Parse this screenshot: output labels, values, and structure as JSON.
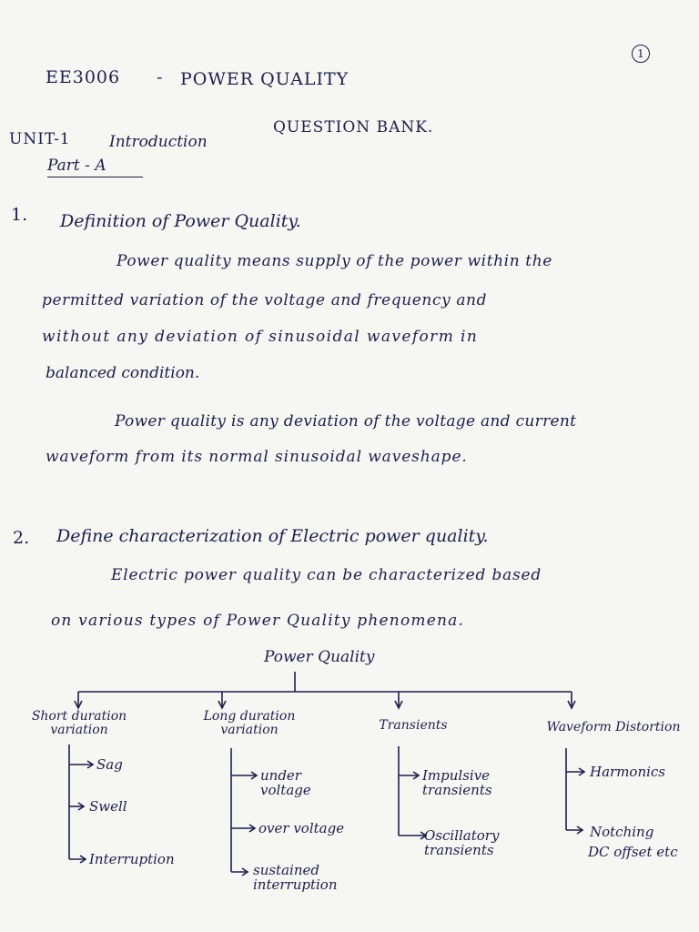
{
  "page_number": "1",
  "header": {
    "course_code": "EE3006",
    "dash": "-",
    "course_title": "POWER QUALITY",
    "doc_title": "QUESTION BANK.",
    "unit": "UNIT-1",
    "unit_title": "Introduction",
    "part": "Part - A"
  },
  "q1": {
    "number": "1.",
    "question": "Definition of Power Quality.",
    "p1_l1": "Power quality means supply of the power within the",
    "p1_l2": "permitted variation of the voltage and frequency and",
    "p1_l3": "without any deviation of sinusoidal waveform in",
    "p1_l4": "balanced condition.",
    "p2_l1": "Power quality is any deviation of the voltage and current",
    "p2_l2": "waveform from its normal sinusoidal waveshape."
  },
  "q2": {
    "number": "2.",
    "question": "Define characterization of Electric power quality.",
    "a_l1": "Electric power quality can be characterized based",
    "a_l2": "on various types of Power Quality phenomena."
  },
  "tree": {
    "root": "Power Quality",
    "branches": [
      {
        "title_l1": "Short duration",
        "title_l2": "variation",
        "items": [
          "Sag",
          "Swell",
          "Interruption"
        ]
      },
      {
        "title_l1": "Long duration",
        "title_l2": "variation",
        "items": [
          "under voltage",
          "over voltage",
          "sustained interruption"
        ]
      },
      {
        "title_l1": "Transients",
        "title_l2": "",
        "items": [
          "Impulsive transients",
          "Oscillatory transients"
        ]
      },
      {
        "title_l1": "Waveform Distortion",
        "title_l2": "",
        "items": [
          "Harmonics",
          "Notching",
          "DC offset etc"
        ]
      }
    ]
  }
}
